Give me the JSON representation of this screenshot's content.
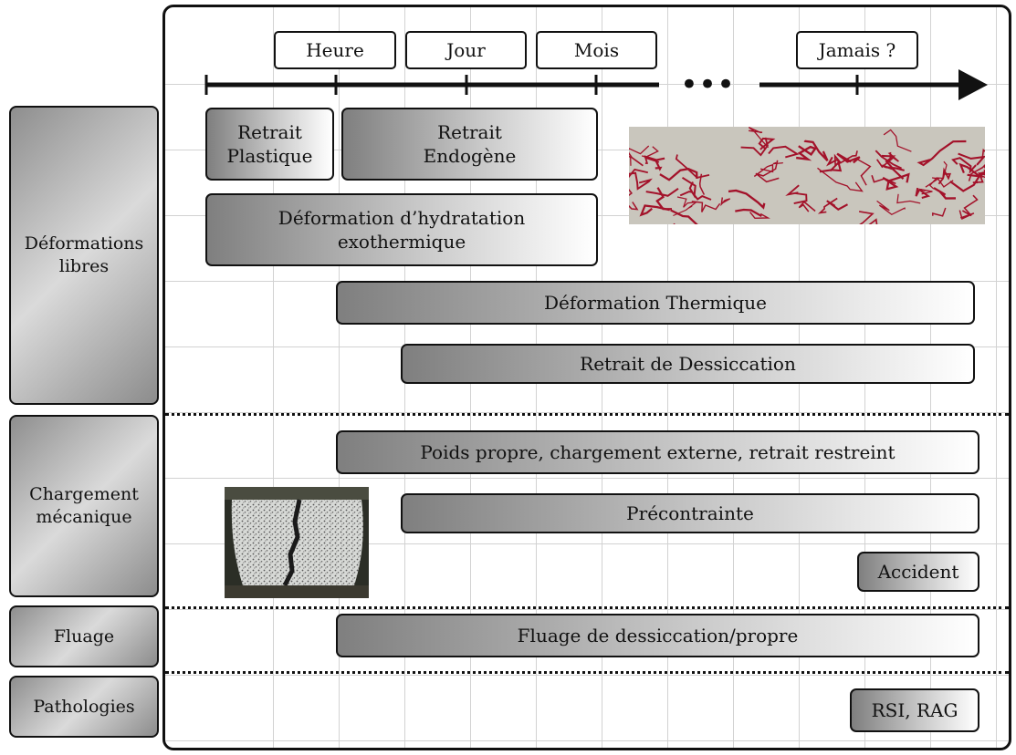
{
  "timeline": {
    "ticks": [
      {
        "label": "Heure"
      },
      {
        "label": "Jour"
      },
      {
        "label": "Mois"
      },
      {
        "label": "Jamais ?"
      }
    ],
    "ellipsis": "•••"
  },
  "categories": [
    {
      "label": "Déformations\nlibres"
    },
    {
      "label": "Chargement\nmécanique"
    },
    {
      "label": "Fluage"
    },
    {
      "label": "Pathologies"
    }
  ],
  "bars": {
    "retrait_plastique": "Retrait\nPlastique",
    "retrait_endogene": "Retrait\nEndogène",
    "deformation_hydratation": "Déformation d’hydratation\nexothermique",
    "deformation_thermique": "Déformation Thermique",
    "retrait_dessiccation": "Retrait de Dessiccation",
    "poids_propre": "Poids propre, chargement externe, retrait restreint",
    "precontrainte": "Précontrainte",
    "accident": "Accident",
    "fluage_dessiccation": "Fluage de dessiccation/propre",
    "rsi_rag": "RSI, RAG"
  },
  "images": {
    "crack_pattern": "crack-pattern-photo",
    "cracked_specimen": "cracked-specimen-photo"
  },
  "colors": {
    "bar_dark": "#7f7f7f",
    "bar_light": "#ffffff",
    "crack_red": "#a3122a",
    "frame": "#111111"
  }
}
